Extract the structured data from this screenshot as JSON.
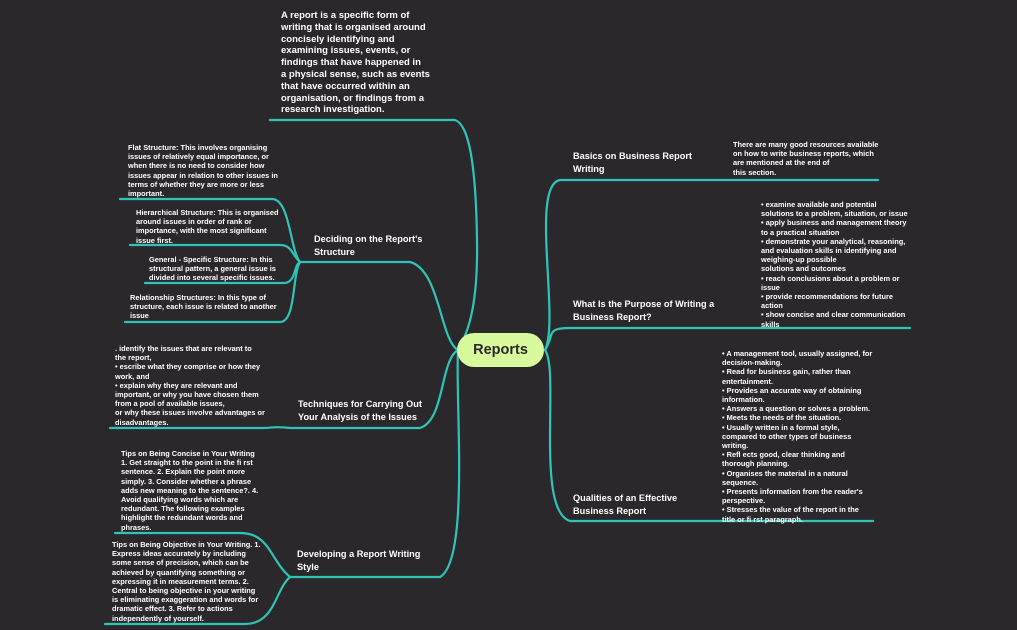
{
  "colors": {
    "background": "#2b282c",
    "line": "#2ec4b6",
    "root_bg": "#d9f99d",
    "root_text": "#2b282c",
    "text": "#ffffff"
  },
  "root": "Reports",
  "intro": "A report is a specific form of\nwriting that is organised around\nconcisely identifying and\nexamining issues, events, or\nfindings that have happened in\na physical sense, such as events\nthat have occurred within an\norganisation, or findings from a\nresearch investigation.",
  "right": [
    {
      "topic": "Basics on Business Report\nWriting",
      "details": "There are many good resources available\non how to write business reports, which\nare mentioned at the end of\nthis section."
    },
    {
      "topic": "What Is the Purpose of Writing a\nBusiness Report?",
      "details": "• examine available and potential\nsolutions to a problem, situation, or issue\n• apply business and management theory\nto a practical situation\n• demonstrate your analytical, reasoning,\nand evaluation skills in identifying and\nweighing-up possible\nsolutions and outcomes\n• reach conclusions about a problem or\nissue\n• provide recommendations for future\naction\n• show concise and clear communication\nskills"
    },
    {
      "topic": "Qualities of an Effective\nBusiness Report",
      "details": "• A management tool, usually assigned, for\ndecision-making.\n• Read for business gain, rather than\nentertainment.\n• Provides an accurate way of obtaining\ninformation.\n• Answers a question or solves a problem.\n• Meets the needs of the situation.\n• Usually written in a formal style,\ncompared to other types of business\nwriting.\n• Refl ects good, clear thinking and\nthorough planning.\n• Organises the material in a natural\nsequence.\n• Presents information from the reader's\nperspective.\n• Stresses the value of the report in the\ntitle or fi rst paragraph."
    }
  ],
  "left": [
    {
      "topic": "Deciding on the Report's\nStructure",
      "subs": [
        "Flat Structure: This involves organising\nissues of relatively equal importance, or\nwhen there is no need to consider how\nissues appear in relation to other issues in\nterms of whether they are more or less\nimportant.",
        "Hierarchical Structure: This is organised\naround issues in order of rank or\nimportance, with the most significant\nissue first.",
        "General - Specific Structure: In this\nstructural pattern, a general issue is\ndivided into several specific issues.",
        "Relationship Structures: In this type of\nstructure, each issue is related to another\nissue"
      ]
    },
    {
      "topic": "Techniques for Carrying Out\nYour Analysis of the Issues",
      "subs": [
        ". identify the issues that are relevant to\nthe report,\n• escribe what they comprise or how they\nwork, and\n• explain why they are relevant and\nimportant, or why you have chosen them\nfrom a pool of available issues,\nor why these issues involve advantages or\ndisadvantages."
      ]
    },
    {
      "topic": "Developing a Report Writing\nStyle",
      "subs": [
        "Tips on Being Concise in Your Writing\n1. Get straight to the point in the fi rst\nsentence. 2. Explain the point more\nsimply.  3. Consider whether a phrase\nadds new meaning to the sentence?. 4.\nAvoid qualifying words which are\nredundant. The following examples\nhighlight the redundant words and\nphrases.",
        "Tips on Being Objective in Your Writing. 1.\nExpress ideas accurately by including\nsome sense of precision, which can be\nachieved by quantifying something or\nexpressing it in measurement terms. 2.\nCentral to being objective in your writing\nis eliminating exaggeration and words for\ndramatic effect. 3. Refer to actions\nindependently of yourself."
      ]
    }
  ]
}
